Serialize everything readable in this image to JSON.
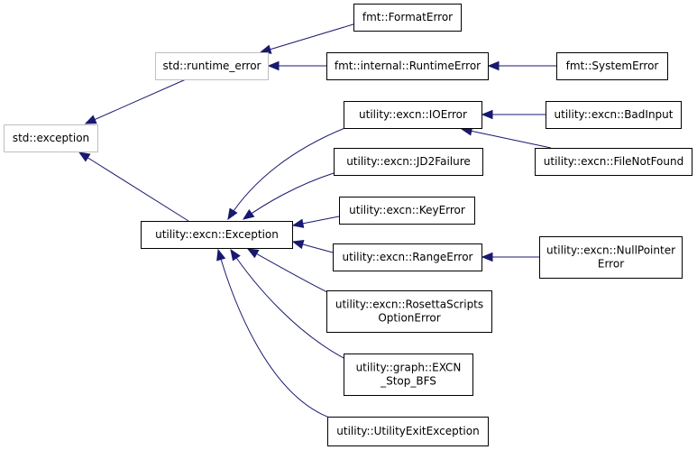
{
  "diagram": {
    "nodes": [
      {
        "id": "std_exception",
        "lines": [
          "std::exception"
        ],
        "external": true
      },
      {
        "id": "std_runtime_error",
        "lines": [
          "std::runtime_error"
        ],
        "external": true
      },
      {
        "id": "fmt_format_error",
        "lines": [
          "fmt::FormatError"
        ],
        "external": false
      },
      {
        "id": "fmt_internal_runtime_error",
        "lines": [
          "fmt::internal::RuntimeError"
        ],
        "external": false
      },
      {
        "id": "fmt_system_error",
        "lines": [
          "fmt::SystemError"
        ],
        "external": false
      },
      {
        "id": "excn_exception",
        "lines": [
          "utility::excn::Exception"
        ],
        "external": false
      },
      {
        "id": "excn_ioerror",
        "lines": [
          "utility::excn::IOError"
        ],
        "external": false
      },
      {
        "id": "excn_badinput",
        "lines": [
          "utility::excn::BadInput"
        ],
        "external": false
      },
      {
        "id": "excn_filenotfound",
        "lines": [
          "utility::excn::FileNotFound"
        ],
        "external": false
      },
      {
        "id": "excn_jd2failure",
        "lines": [
          "utility::excn::JD2Failure"
        ],
        "external": false
      },
      {
        "id": "excn_keyerror",
        "lines": [
          "utility::excn::KeyError"
        ],
        "external": false
      },
      {
        "id": "excn_rangeerror",
        "lines": [
          "utility::excn::RangeError"
        ],
        "external": false
      },
      {
        "id": "excn_nullpointer",
        "lines": [
          "utility::excn::NullPointer",
          "Error"
        ],
        "external": false
      },
      {
        "id": "excn_rosettascripts",
        "lines": [
          "utility::excn::RosettaScripts",
          "OptionError"
        ],
        "external": false
      },
      {
        "id": "graph_excn_stop_bfs",
        "lines": [
          "utility::graph::EXCN",
          "_Stop_BFS"
        ],
        "external": false
      },
      {
        "id": "utility_exit_exception",
        "lines": [
          "utility::UtilityExitException"
        ],
        "external": false
      }
    ],
    "edges": [
      {
        "from": "std_runtime_error",
        "to": "std_exception"
      },
      {
        "from": "excn_exception",
        "to": "std_exception"
      },
      {
        "from": "fmt_format_error",
        "to": "std_runtime_error"
      },
      {
        "from": "fmt_internal_runtime_error",
        "to": "std_runtime_error"
      },
      {
        "from": "fmt_system_error",
        "to": "fmt_internal_runtime_error"
      },
      {
        "from": "excn_ioerror",
        "to": "excn_exception"
      },
      {
        "from": "excn_jd2failure",
        "to": "excn_exception"
      },
      {
        "from": "excn_keyerror",
        "to": "excn_exception"
      },
      {
        "from": "excn_rangeerror",
        "to": "excn_exception"
      },
      {
        "from": "excn_rosettascripts",
        "to": "excn_exception"
      },
      {
        "from": "graph_excn_stop_bfs",
        "to": "excn_exception"
      },
      {
        "from": "utility_exit_exception",
        "to": "excn_exception"
      },
      {
        "from": "excn_badinput",
        "to": "excn_ioerror"
      },
      {
        "from": "excn_filenotfound",
        "to": "excn_ioerror"
      },
      {
        "from": "excn_nullpointer",
        "to": "excn_rangeerror"
      }
    ],
    "colors": {
      "edge": "#191970",
      "node_border": "#000000",
      "external_node_border": "#bfbfbf",
      "background": "#ffffff"
    }
  }
}
